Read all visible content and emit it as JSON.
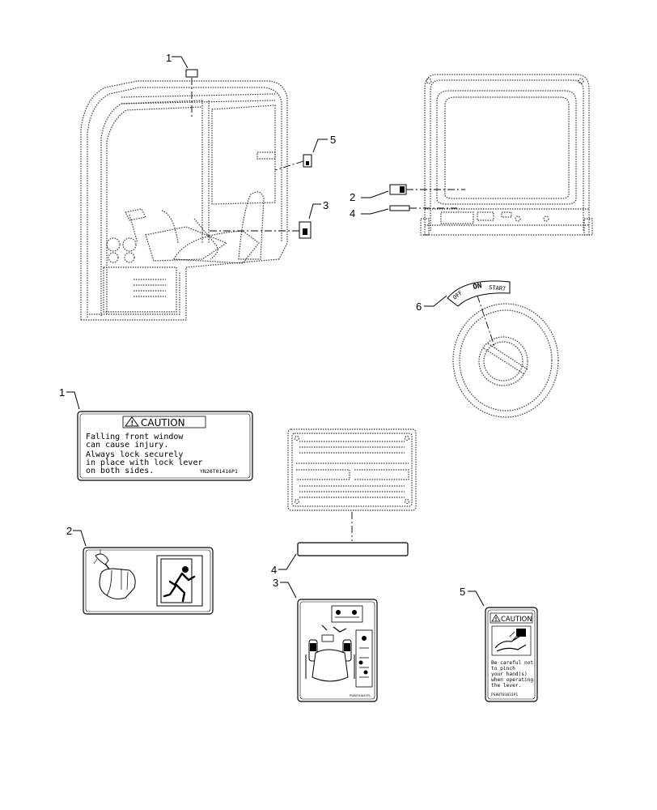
{
  "callouts": {
    "top_1": "1",
    "top_5": "5",
    "top_3": "3",
    "top_2": "2",
    "top_4": "4",
    "top_6": "6",
    "decal_1": "1",
    "decal_2": "2",
    "decal_3": "3",
    "decal_4": "4",
    "decal_5": "5"
  },
  "key_switch": {
    "off": "OFF",
    "on": "ON",
    "start": "START"
  },
  "decal_1": {
    "heading": "CAUTION",
    "lines": [
      "Falling front window",
      "can cause injury.",
      "Always lock securely",
      "in place with lock lever",
      "on both sides."
    ],
    "part_number": "YN20T01416P1"
  },
  "decal_5": {
    "heading": "CAUTION",
    "lines": [
      "Be careful not",
      "to pinch",
      "your hand(s)",
      "when operating",
      "the lever."
    ],
    "part_number": "PS80T01031P1"
  },
  "decal_3": {
    "part_number": "PS80T01031P1"
  }
}
